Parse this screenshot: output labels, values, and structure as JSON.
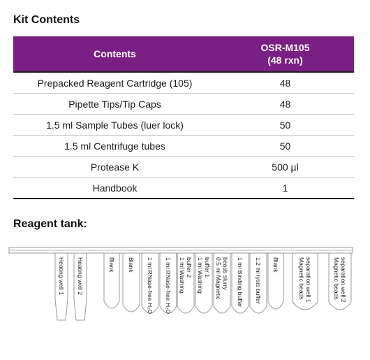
{
  "kit_heading": "Kit Contents",
  "table": {
    "header": {
      "col1": "Contents",
      "col2_line1": "OSR-M105",
      "col2_line2": "(48 rxn)"
    },
    "rows": [
      {
        "item": "Prepacked Reagent Cartridge (105)",
        "qty": "48"
      },
      {
        "item": "Pipette Tips/Tip Caps",
        "qty": "48"
      },
      {
        "item": "1.5 ml Sample Tubes (luer lock)",
        "qty": "50"
      },
      {
        "item": "1.5 ml Centrifuge tubes",
        "qty": "50"
      },
      {
        "item": "Protease K",
        "qty": "500 µl"
      },
      {
        "item": "Handbook",
        "qty": "1"
      }
    ]
  },
  "tank_heading": "Reagent tank:",
  "tank": {
    "wells": [
      {
        "line1": "Heating well 1",
        "line2": ""
      },
      {
        "line1": "Heating well 2",
        "line2": ""
      },
      {
        "line1": "Blank",
        "line2": ""
      },
      {
        "line1": "Blank",
        "line2": ""
      },
      {
        "line1": "1 ml RNase-free H₂O",
        "line2": ""
      },
      {
        "line1": "1 ml RNase-free H₂O",
        "line2": ""
      },
      {
        "line1": "1 ml Washing",
        "line2": "buffer 2"
      },
      {
        "line1": "1 ml Washing",
        "line2": "buffer 1"
      },
      {
        "line1": "0.5 ml Magnetic",
        "line2": "beads slurry"
      },
      {
        "line1": "1 ml Binding buffer",
        "line2": ""
      },
      {
        "line1": "1.2 ml lysis buffer",
        "line2": ""
      },
      {
        "line1": "Blank",
        "line2": ""
      },
      {
        "line1": "Magnetic beads",
        "line2": "separation well 1"
      },
      {
        "line1": "Magnetic beads",
        "line2": "separation well 2"
      }
    ]
  }
}
